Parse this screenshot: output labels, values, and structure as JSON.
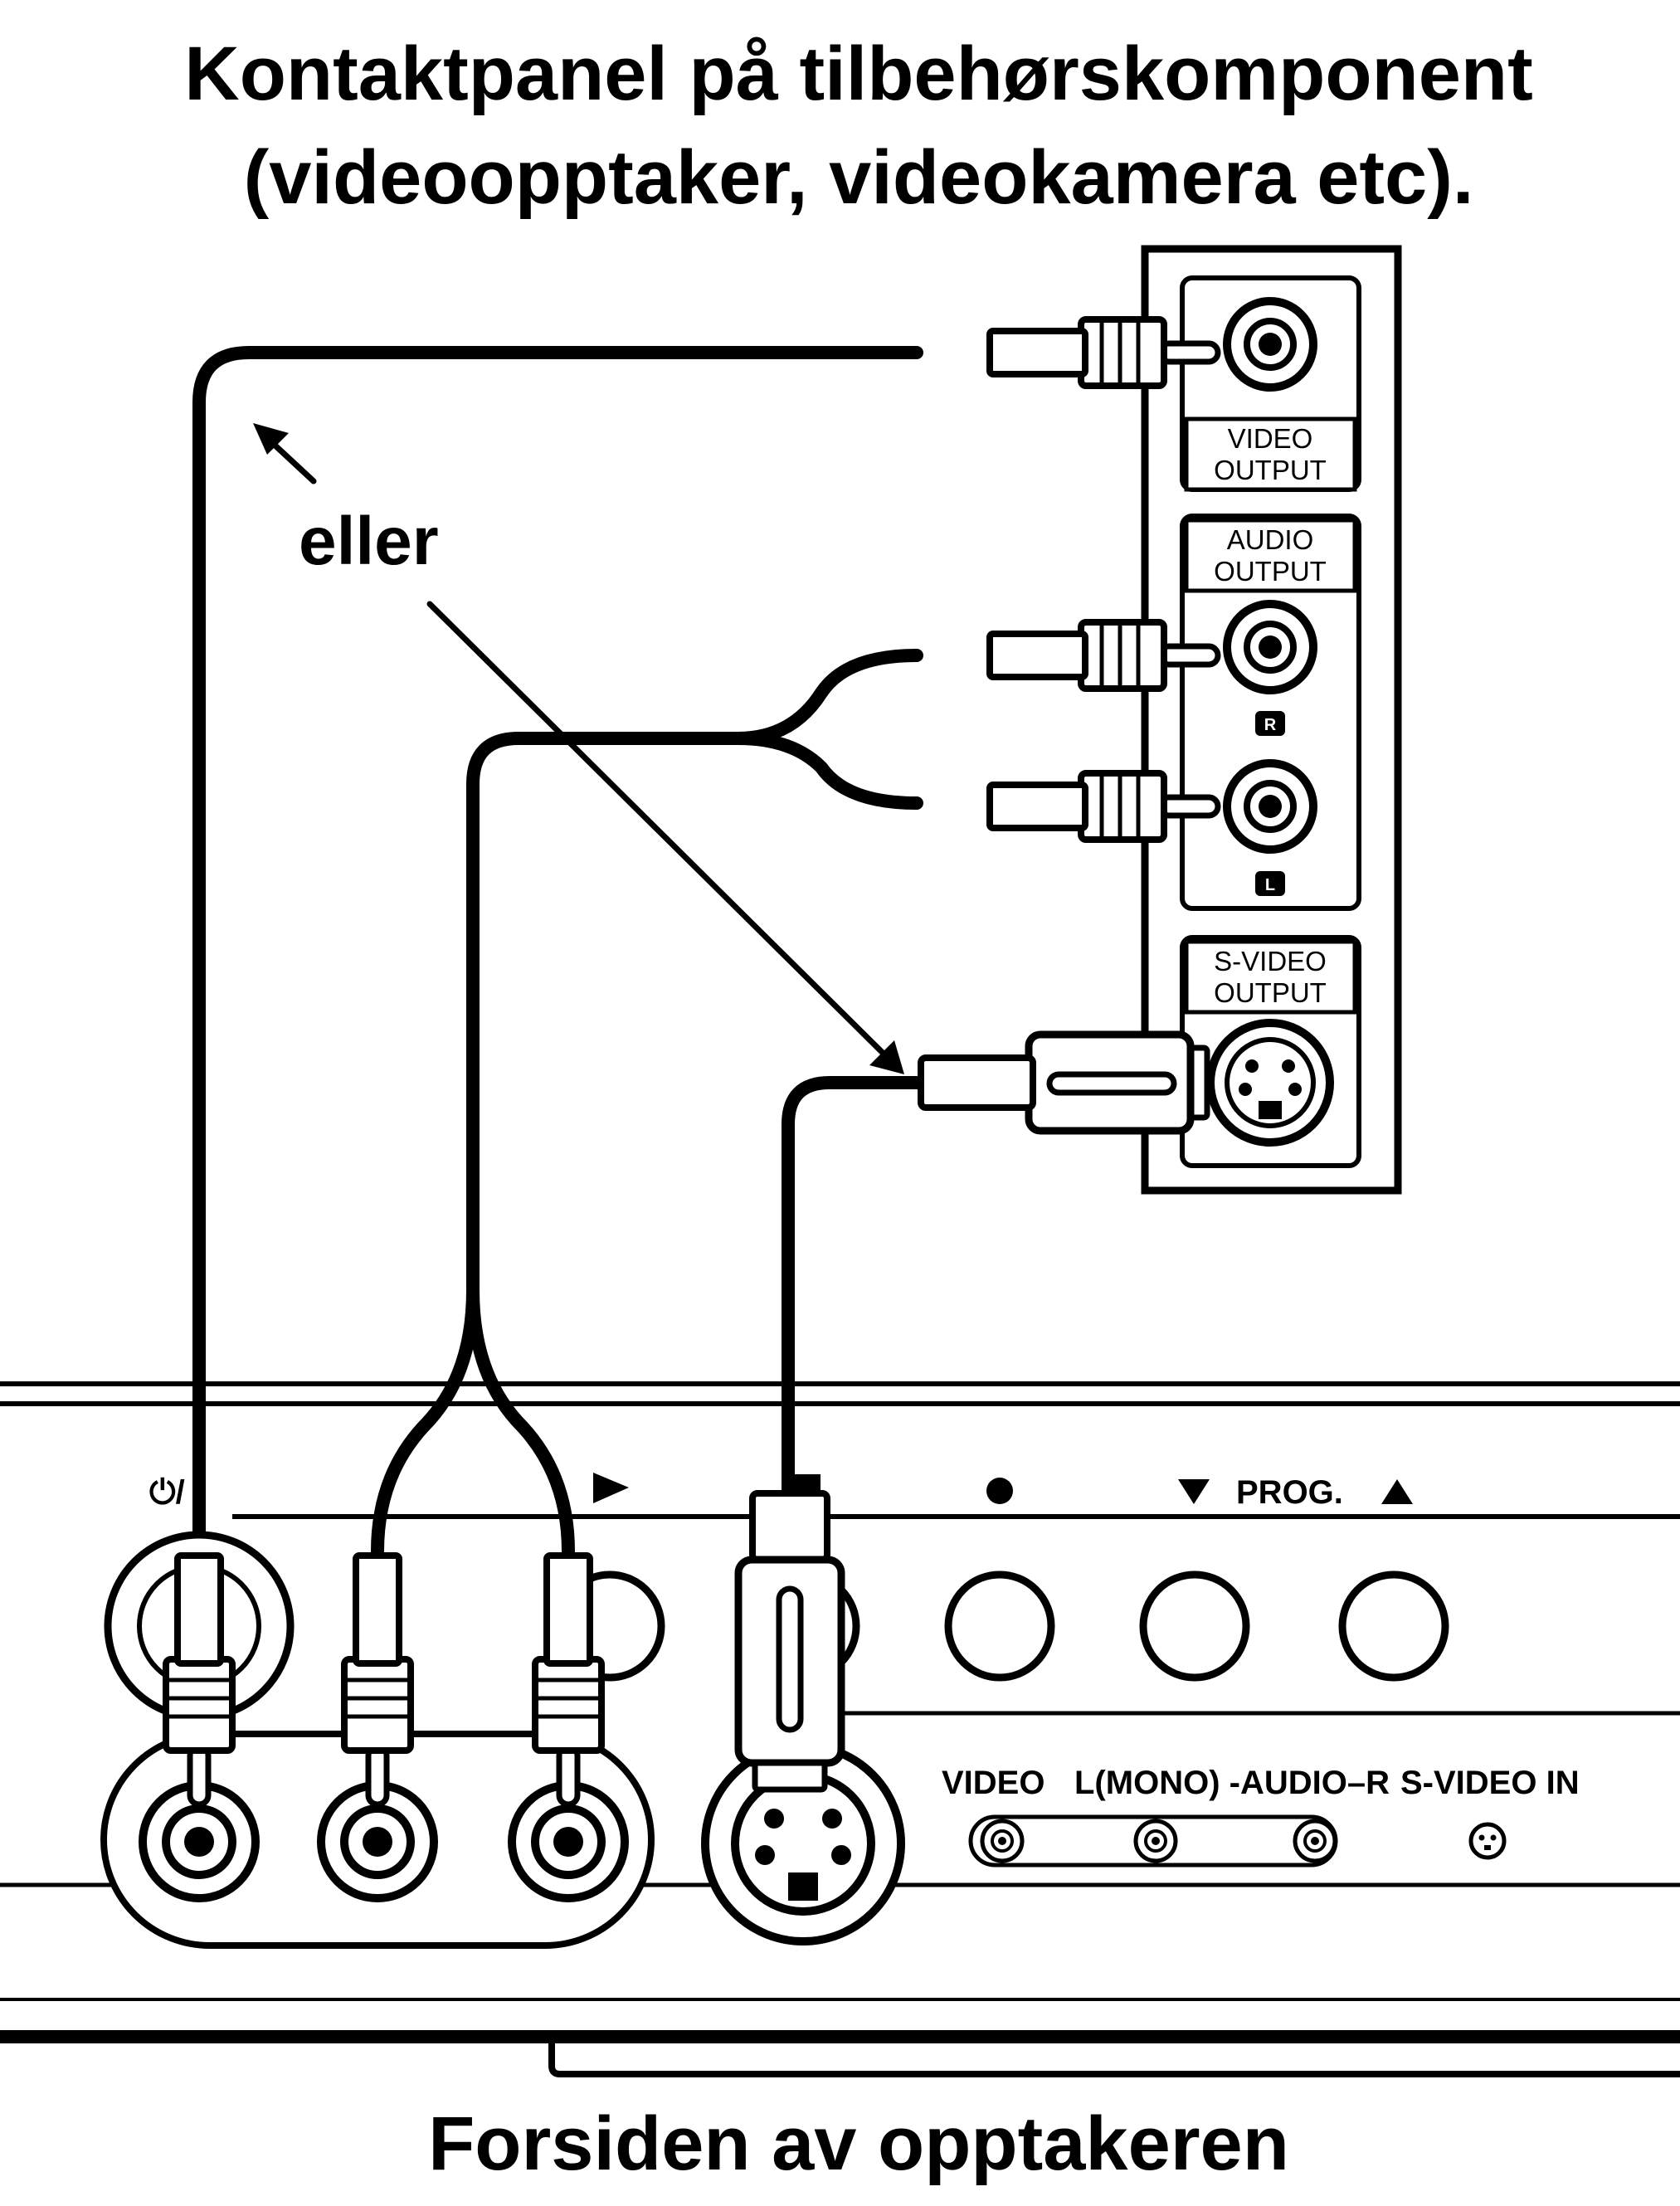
{
  "title": {
    "line1": "Kontaktpanel på tilbehørskomponent",
    "line2": "(videoopptaker, videokamera etc)."
  },
  "or_label": "eller",
  "component_panel": {
    "video_output": [
      "VIDEO",
      "OUTPUT"
    ],
    "audio_output": [
      "AUDIO",
      "OUTPUT"
    ],
    "right_badge": "R",
    "left_badge": "L",
    "svideo_output": [
      "S-VIDEO",
      "OUTPUT"
    ]
  },
  "recorder_front": {
    "power_label": "⏻/ I",
    "video_label": "VIDEO",
    "audio_label": "L(MONO) -AUDIO–R",
    "svideo_in_label": "S-VIDEO IN",
    "prog_label": "PROG."
  },
  "footer_caption": "Forsiden av opptakeren",
  "colors": {
    "ink": "#000000",
    "paper": "#ffffff"
  }
}
